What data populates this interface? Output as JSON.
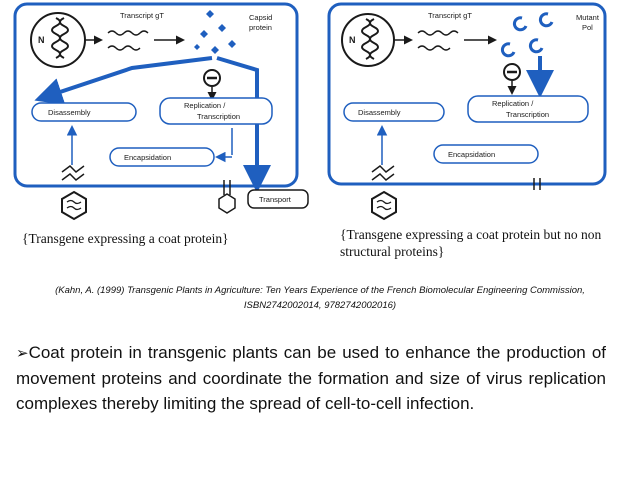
{
  "left_diagram": {
    "labels": {
      "nucleus": "N",
      "transcript": "Transcript gT",
      "capsid_line1": "Capsid",
      "capsid_line2": "protein",
      "disassembly": "Disassembly",
      "replication_line1": "Replication /",
      "replication_line2": "Transcription",
      "encapsidation": "Encapsidation",
      "transport": "Transport"
    }
  },
  "right_diagram": {
    "labels": {
      "nucleus": "N",
      "transcript": "Transcript gT",
      "mutant_line1": "Mutant",
      "mutant_line2": "Pol",
      "disassembly": "Disassembly",
      "replication_line1": "Replication /",
      "replication_line2": "Transcription",
      "encapsidation": "Encapsidation"
    }
  },
  "captions": {
    "left": "{Transgene expressing a coat protein}",
    "right": "{Transgene expressing a coat protein but no non structural proteins}"
  },
  "reference": "(Kahn, A. (1999) Transgenic Plants in Agriculture: Ten Years Experience of the French Biomolecular Engineering Commission, ISBN2742002014, 9782742002016)",
  "bullet": {
    "glyph": "➢",
    "text": "Coat protein in transgenic plants can be used to enhance the production of movement proteins and coordinate the formation and size of virus replication complexes thereby limiting the spread of cell-to-cell infection."
  }
}
